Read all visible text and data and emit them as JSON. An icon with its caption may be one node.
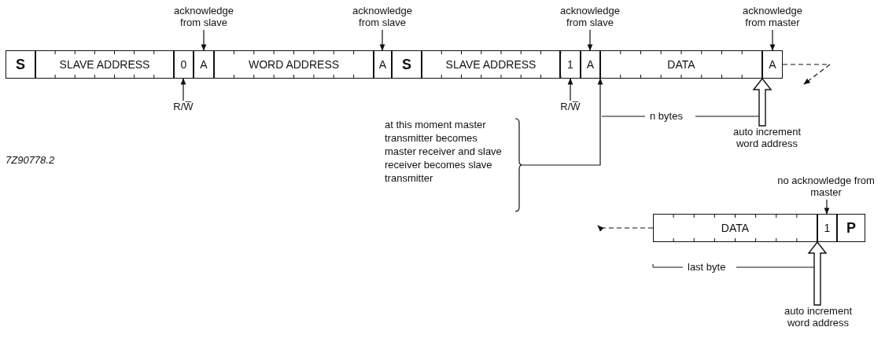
{
  "diagram": {
    "nodes": [
      {
        "text": [
          "S"
        ]
      },
      {
        "text": [
          "SLAVE ADDRESS"
        ]
      },
      {
        "text": [
          "0"
        ]
      },
      {
        "text": [
          "A"
        ]
      },
      {
        "text": [
          "WORD ADDRESS"
        ]
      },
      {
        "text": [
          "A"
        ]
      },
      {
        "text": [
          "S"
        ]
      },
      {
        "text": [
          "SLAVE ADDRESS"
        ]
      },
      {
        "text": [
          "1"
        ]
      },
      {
        "text": [
          "A"
        ]
      },
      {
        "text": [
          "DATA"
        ]
      },
      {
        "text": [
          "A"
        ]
      },
      {
        "text": [
          "DATA"
        ]
      },
      {
        "text": [
          "1"
        ]
      },
      {
        "text": [
          "P"
        ]
      },
      {
        "text": [
          "acknowledge from slave"
        ]
      },
      {
        "text": [
          "acknowledge from slave"
        ]
      },
      {
        "text": [
          "acknowledge from slave"
        ]
      },
      {
        "text": [
          "acknowledge from master"
        ]
      },
      {
        "text": [
          "R/W̅"
        ]
      },
      {
        "text": [
          "R/W̅"
        ]
      },
      {
        "text": [
          "at this moment master transmitter becomes master receiver and slave receiver becomes slave transmitter"
        ]
      },
      {
        "text": [
          "auto increment word address"
        ]
      },
      {
        "text": [
          "no acknowledge from master"
        ]
      },
      {
        "text": [
          "auto increment word address"
        ]
      }
    ],
    "edges": [
      {
        "from": 15,
        "to": 3,
        "arrow": "to"
      },
      {
        "from": 16,
        "to": 5,
        "arrow": "to"
      },
      {
        "from": 17,
        "to": 9,
        "arrow": "to"
      },
      {
        "from": 18,
        "to": 11,
        "arrow": "to"
      },
      {
        "from": 19,
        "to": 2,
        "arrow": "to"
      },
      {
        "from": 20,
        "to": 8,
        "arrow": "to"
      },
      {
        "from": 21,
        "to": 10,
        "arrow": "to"
      },
      {
        "from": 22,
        "to": 11,
        "arrow": "to",
        "style": "thick"
      },
      {
        "from": 11,
        "to": null,
        "arrow": "to",
        "style": "dashed"
      },
      {
        "from": 12,
        "to": null,
        "arrow": "to",
        "style": "dashed"
      },
      {
        "from": 23,
        "to": 13,
        "arrow": "to"
      },
      {
        "from": 24,
        "to": 13,
        "arrow": "to",
        "style": "thick"
      }
    ],
    "labels": [
      "7Z90778.2",
      "n bytes",
      "last byte"
    ]
  }
}
